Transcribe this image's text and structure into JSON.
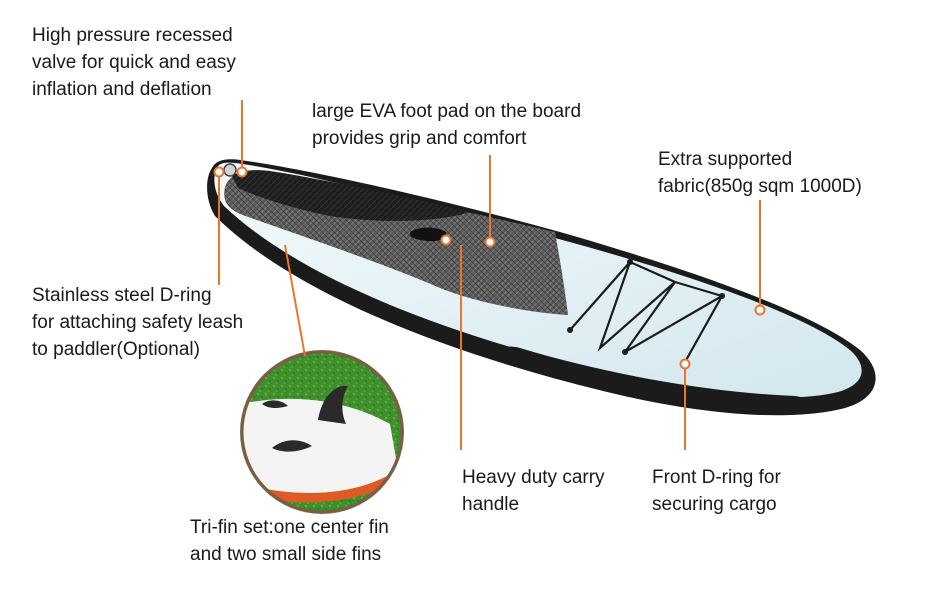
{
  "colors": {
    "leader": "#e8772e",
    "board_fill": "#dfeef3",
    "board_rim": "#1b1b1b",
    "foot_pad": "#4a4a4a",
    "grass": "#3f8f2c",
    "fin": "#2a2a2a",
    "fin_edge": "#e05a24"
  },
  "callouts": {
    "valve": {
      "lines": [
        "High pressure recessed",
        "valve for quick and easy",
        "inflation and deflation"
      ]
    },
    "foot_pad": {
      "lines": [
        "large EVA foot pad on the board",
        "provides grip and comfort"
      ]
    },
    "fabric": {
      "lines": [
        "Extra supported",
        "fabric(850g sqm 1000D)"
      ]
    },
    "d_ring": {
      "lines": [
        "Stainless steel D-ring",
        "for attaching safety leash",
        "to paddler(Optional)"
      ]
    },
    "handle": {
      "lines": [
        "Heavy duty carry",
        "handle"
      ]
    },
    "front_d_ring": {
      "lines": [
        "Front D-ring for",
        "securing cargo"
      ]
    },
    "fins": {
      "lines": [
        "Tri-fin set:one center fin",
        "and two small side fins"
      ]
    }
  }
}
